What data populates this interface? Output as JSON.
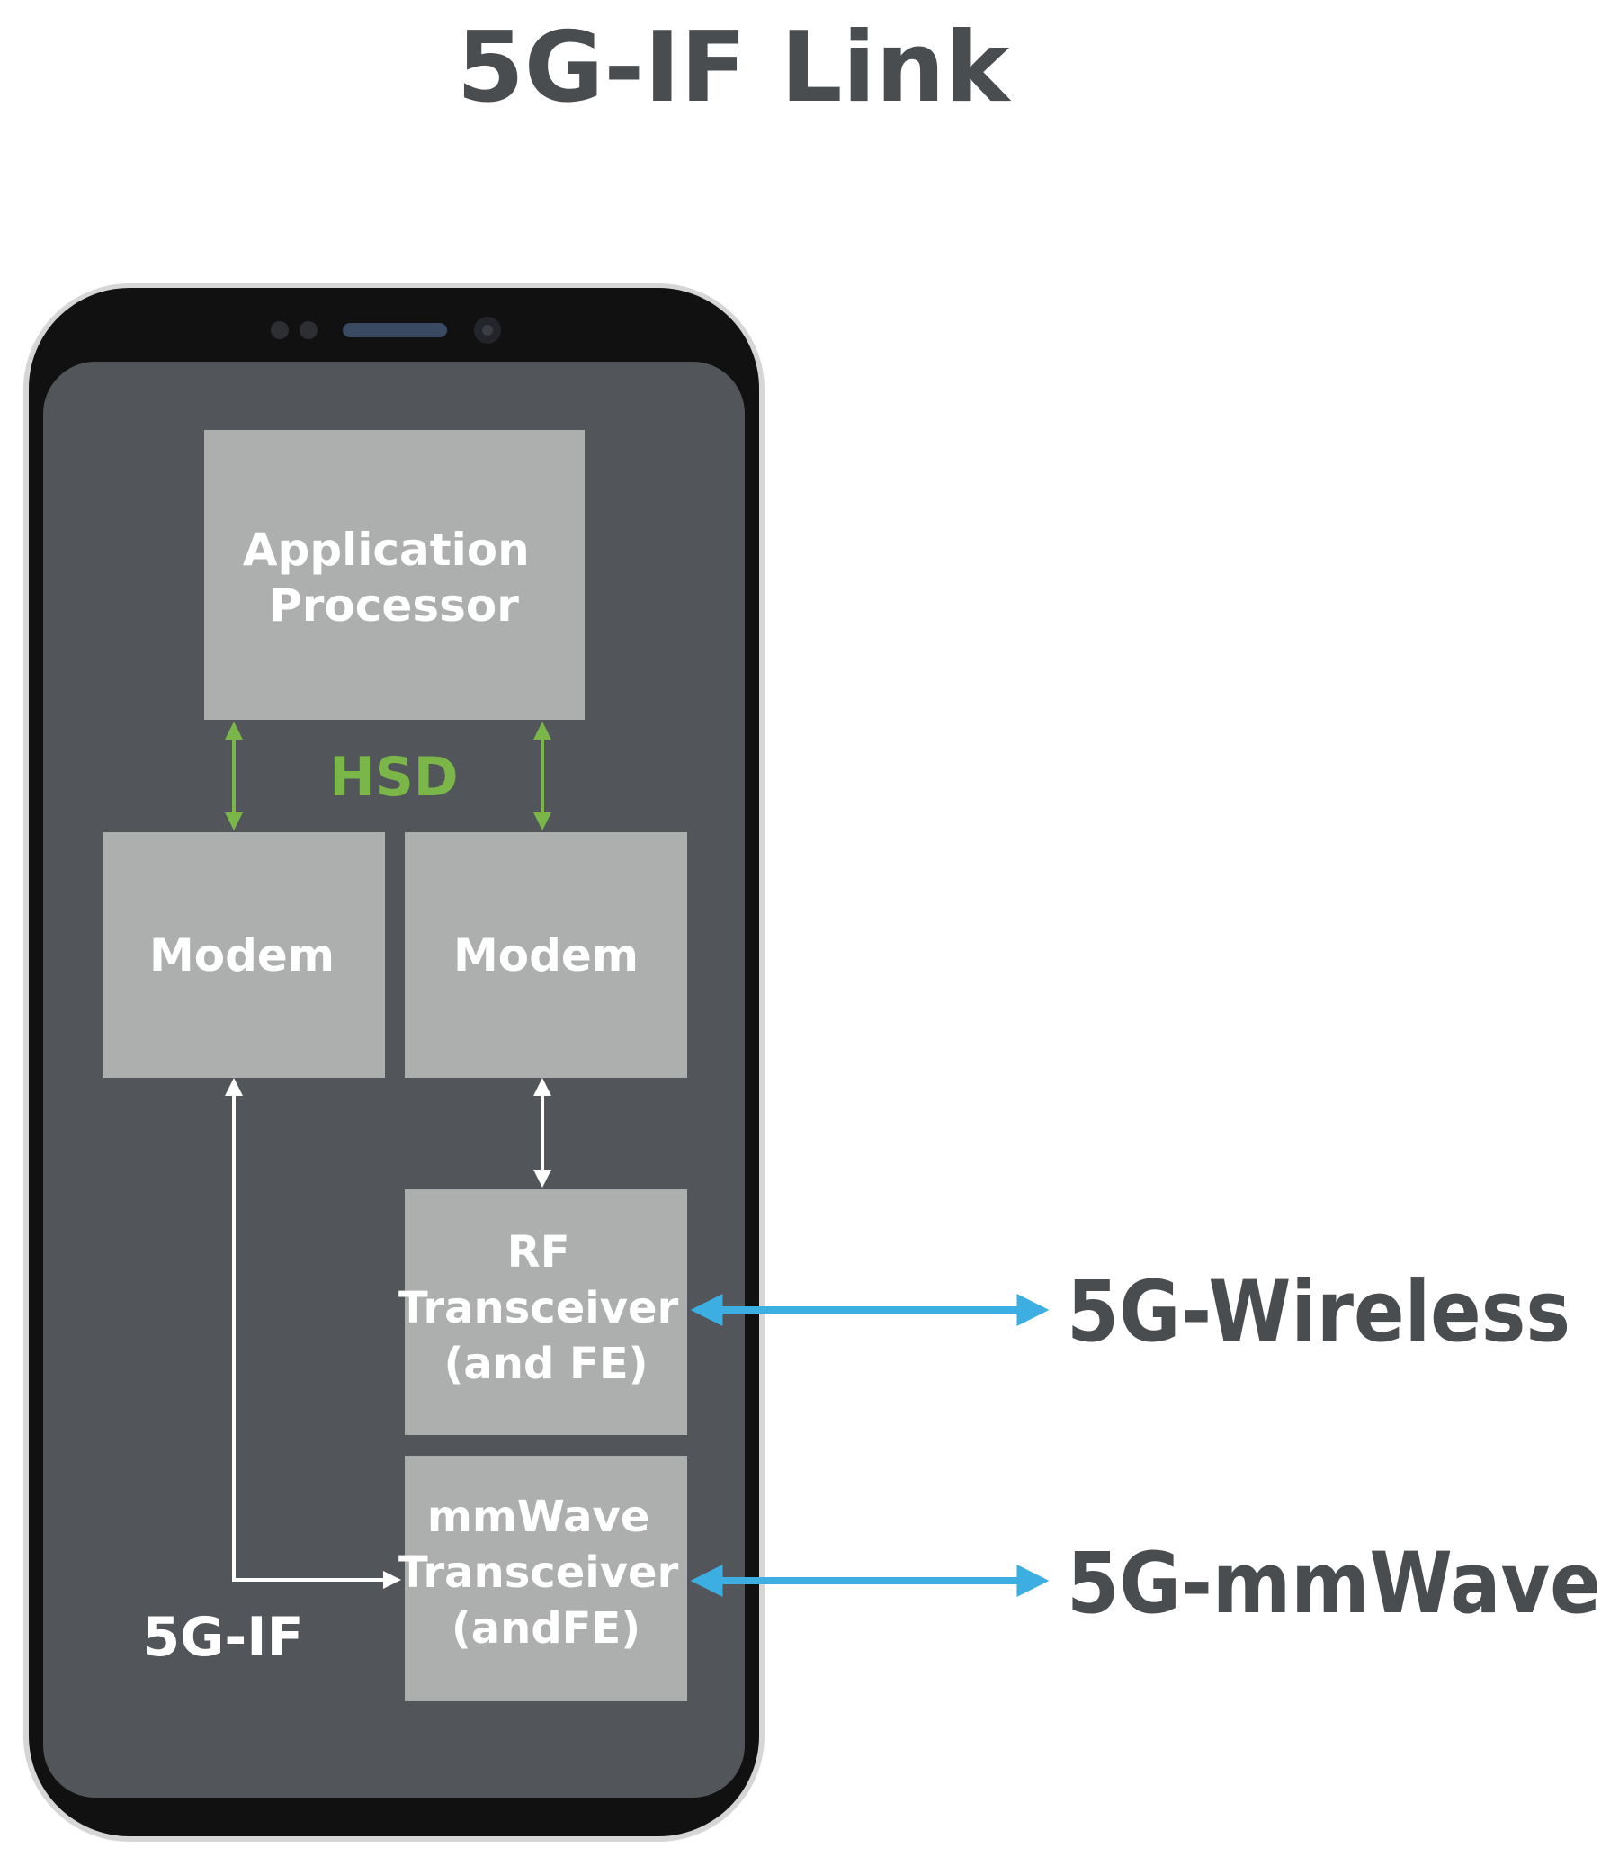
{
  "title": "5G-IF Link",
  "blocks": {
    "application_processor": [
      "Application",
      "Processor"
    ],
    "modem_left": "Modem",
    "modem_right": "Modem",
    "rf_transceiver": [
      "RF",
      "Transceiver",
      "(and FE)"
    ],
    "mmwave_transceiver": [
      "mmWave",
      "Transceiver",
      "(andFE)"
    ]
  },
  "labels": {
    "hsd": "HSD",
    "five_g_if": "5G-IF",
    "five_g_wireless": "5G-Wireless",
    "five_g_mmwave": "5G-mmWave"
  },
  "colors": {
    "title_text": "#4a4d50",
    "phone_body": "#111111",
    "phone_bezel_edge": "#c8c8c8",
    "screen": "#52565a",
    "block_fill": "#adaeae",
    "block_text": "#ffffff",
    "hsd_green": "#7ab648",
    "wireless_blue": "#3daee2",
    "if_arrow_white": "#ffffff"
  }
}
